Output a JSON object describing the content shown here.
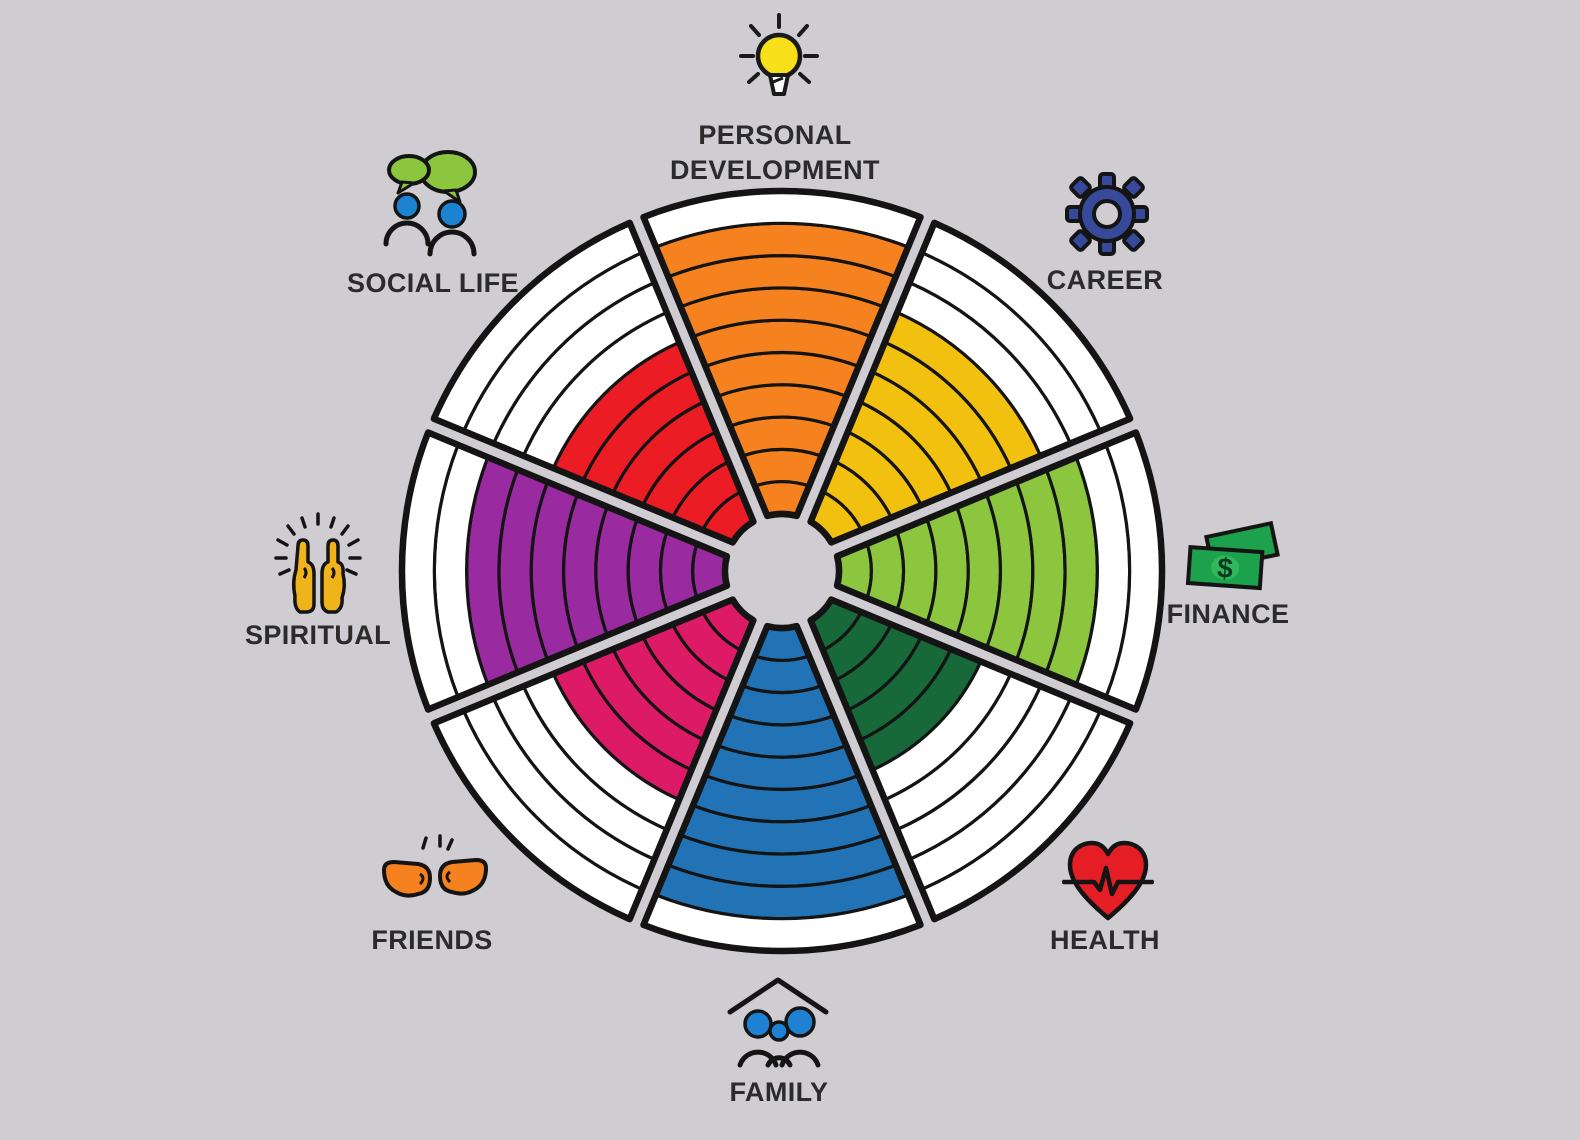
{
  "background_color": "#CFCDD2",
  "chart_data": {
    "type": "bar",
    "variant": "wheel-of-life-radial-segments",
    "title": "",
    "scale": {
      "min": 0,
      "max": 10,
      "rings_per_segment": 10
    },
    "categories": [
      "PERSONAL DEVELOPMENT",
      "CAREER",
      "FINANCE",
      "HEALTH",
      "FAMILY",
      "FRIENDS",
      "SPIRITUAL",
      "SOCIAL LIFE"
    ],
    "values": [
      9,
      7,
      8,
      5,
      9,
      6,
      8,
      6
    ],
    "colors": [
      "#F5821F",
      "#F2C00E",
      "#8CC63E",
      "#17693A",
      "#2273B5",
      "#DC1A66",
      "#9A2AA0",
      "#EC1C24"
    ],
    "unfilled_color": "#FFFFFF",
    "outline_color": "#141414",
    "legend_position": "icons-around-wheel",
    "icons": [
      "lightbulb",
      "gear",
      "money-bills",
      "heart-pulse",
      "family-under-roof",
      "fist-bump",
      "raised-hands",
      "people-with-speech-bubbles"
    ],
    "icon_colors": {
      "lightbulb": "#F7E01A",
      "gear": "#36499B",
      "money_bills": "#1CA24C",
      "heart": "#E51D25",
      "family_heads": "#1E82D2",
      "fists": "#F5821F",
      "hands": "#F0B31A",
      "speech_bubbles": "#8CC63E",
      "people_heads": "#1E82D2"
    }
  }
}
